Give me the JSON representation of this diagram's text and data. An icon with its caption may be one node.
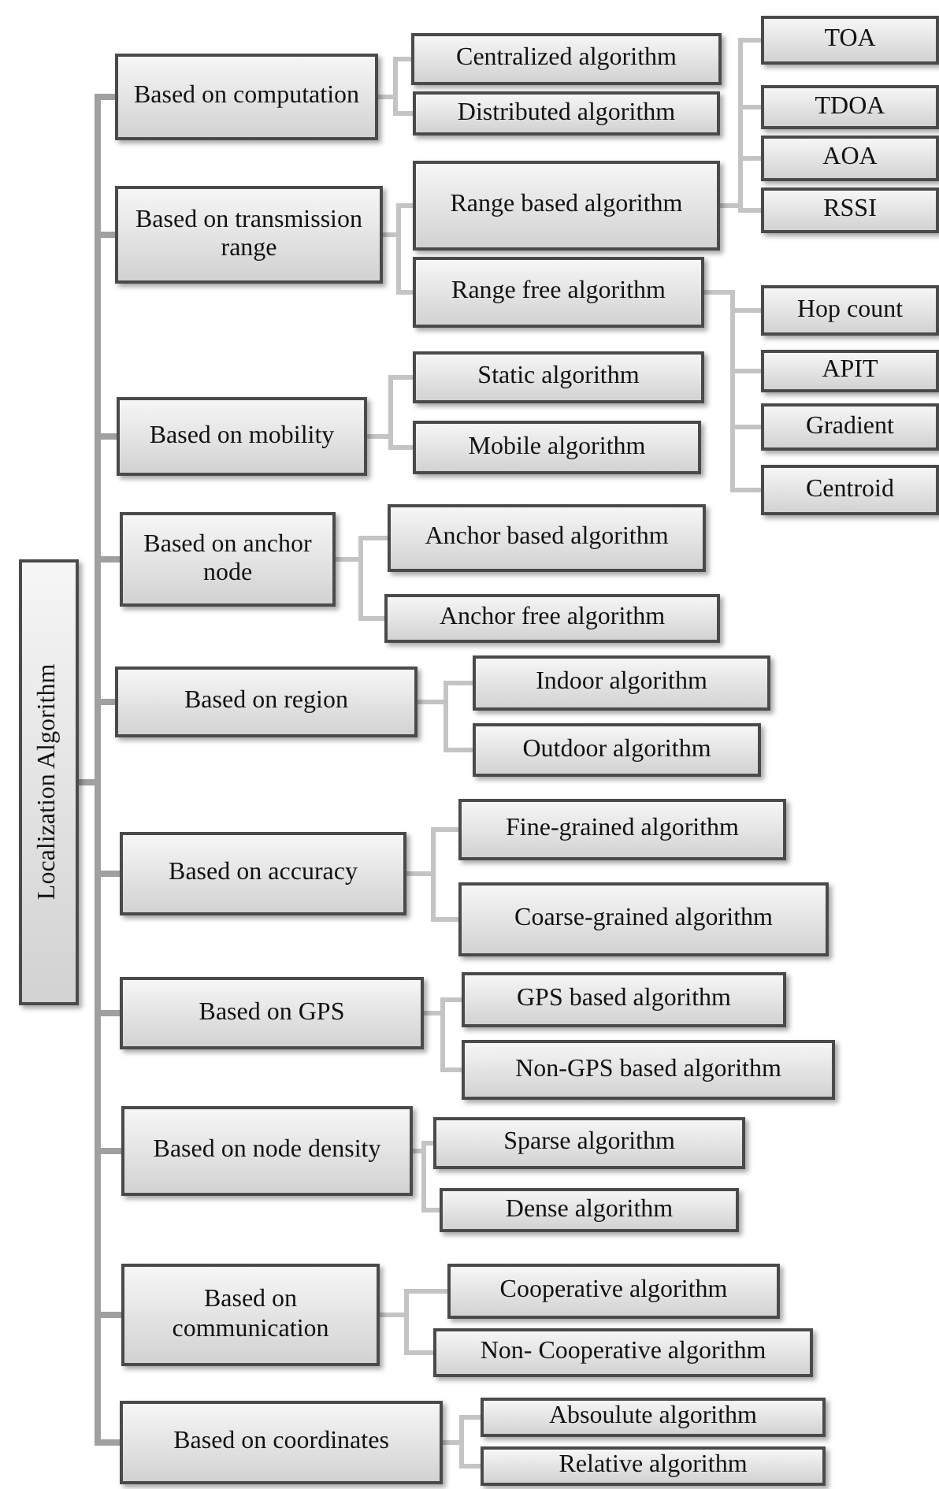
{
  "diagram": {
    "nodes": [
      {
        "text": [
          "Localization Algorithm"
        ]
      },
      {
        "text": [
          "Based on computation"
        ]
      },
      {
        "text": [
          "Centralized algorithm"
        ]
      },
      {
        "text": [
          "Distributed algorithm"
        ]
      },
      {
        "text": [
          "Based on transmission range"
        ]
      },
      {
        "text": [
          "Range based algorithm"
        ]
      },
      {
        "text": [
          "TOA"
        ]
      },
      {
        "text": [
          "TDOA"
        ]
      },
      {
        "text": [
          "AOA"
        ]
      },
      {
        "text": [
          "RSSI"
        ]
      },
      {
        "text": [
          "Range free algorithm"
        ]
      },
      {
        "text": [
          "Hop count"
        ]
      },
      {
        "text": [
          "APIT"
        ]
      },
      {
        "text": [
          "Gradient"
        ]
      },
      {
        "text": [
          "Centroid"
        ]
      },
      {
        "text": [
          "Based on mobility"
        ]
      },
      {
        "text": [
          "Static algorithm"
        ]
      },
      {
        "text": [
          "Mobile algorithm"
        ]
      },
      {
        "text": [
          "Based on anchor node"
        ]
      },
      {
        "text": [
          "Anchor based algorithm"
        ]
      },
      {
        "text": [
          "Anchor free algorithm"
        ]
      },
      {
        "text": [
          "Based on region"
        ]
      },
      {
        "text": [
          "Indoor algorithm"
        ]
      },
      {
        "text": [
          "Outdoor algorithm"
        ]
      },
      {
        "text": [
          "Based on accuracy"
        ]
      },
      {
        "text": [
          "Fine-grained algorithm"
        ]
      },
      {
        "text": [
          "Coarse-grained algorithm"
        ]
      },
      {
        "text": [
          "Based on GPS"
        ]
      },
      {
        "text": [
          "GPS based algorithm"
        ]
      },
      {
        "text": [
          "Non-GPS based algorithm"
        ]
      },
      {
        "text": [
          "Based on node density"
        ]
      },
      {
        "text": [
          "Sparse algorithm"
        ]
      },
      {
        "text": [
          "Dense algorithm"
        ]
      },
      {
        "text": [
          "Based on communication"
        ]
      },
      {
        "text": [
          "Cooperative algorithm"
        ]
      },
      {
        "text": [
          "Non- Cooperative algorithm"
        ]
      },
      {
        "text": [
          "Based on coordinates"
        ]
      },
      {
        "text": [
          "Absoulute algorithm"
        ]
      },
      {
        "text": [
          "Relative algorithm"
        ]
      }
    ],
    "edges": [
      {
        "from": 0,
        "to": 1,
        "arrow": "none"
      },
      {
        "from": 0,
        "to": 4,
        "arrow": "none"
      },
      {
        "from": 0,
        "to": 15,
        "arrow": "none"
      },
      {
        "from": 0,
        "to": 18,
        "arrow": "none"
      },
      {
        "from": 0,
        "to": 21,
        "arrow": "none"
      },
      {
        "from": 0,
        "to": 24,
        "arrow": "none"
      },
      {
        "from": 0,
        "to": 27,
        "arrow": "none"
      },
      {
        "from": 0,
        "to": 30,
        "arrow": "none"
      },
      {
        "from": 0,
        "to": 33,
        "arrow": "none"
      },
      {
        "from": 0,
        "to": 36,
        "arrow": "none"
      },
      {
        "from": 1,
        "to": 2,
        "arrow": "none"
      },
      {
        "from": 1,
        "to": 3,
        "arrow": "none"
      },
      {
        "from": 4,
        "to": 5,
        "arrow": "none"
      },
      {
        "from": 4,
        "to": 10,
        "arrow": "none"
      },
      {
        "from": 5,
        "to": 6,
        "arrow": "none"
      },
      {
        "from": 5,
        "to": 7,
        "arrow": "none"
      },
      {
        "from": 5,
        "to": 8,
        "arrow": "none"
      },
      {
        "from": 5,
        "to": 9,
        "arrow": "none"
      },
      {
        "from": 10,
        "to": 11,
        "arrow": "none"
      },
      {
        "from": 10,
        "to": 12,
        "arrow": "none"
      },
      {
        "from": 10,
        "to": 13,
        "arrow": "none"
      },
      {
        "from": 10,
        "to": 14,
        "arrow": "none"
      },
      {
        "from": 15,
        "to": 16,
        "arrow": "none"
      },
      {
        "from": 15,
        "to": 17,
        "arrow": "none"
      },
      {
        "from": 18,
        "to": 19,
        "arrow": "none"
      },
      {
        "from": 18,
        "to": 20,
        "arrow": "none"
      },
      {
        "from": 21,
        "to": 22,
        "arrow": "none"
      },
      {
        "from": 21,
        "to": 23,
        "arrow": "none"
      },
      {
        "from": 24,
        "to": 25,
        "arrow": "none"
      },
      {
        "from": 24,
        "to": 26,
        "arrow": "none"
      },
      {
        "from": 27,
        "to": 28,
        "arrow": "none"
      },
      {
        "from": 27,
        "to": 29,
        "arrow": "none"
      },
      {
        "from": 30,
        "to": 31,
        "arrow": "none"
      },
      {
        "from": 30,
        "to": 32,
        "arrow": "none"
      },
      {
        "from": 33,
        "to": 34,
        "arrow": "none"
      },
      {
        "from": 33,
        "to": 35,
        "arrow": "none"
      },
      {
        "from": 36,
        "to": 37,
        "arrow": "none"
      },
      {
        "from": 36,
        "to": 38,
        "arrow": "none"
      }
    ]
  }
}
